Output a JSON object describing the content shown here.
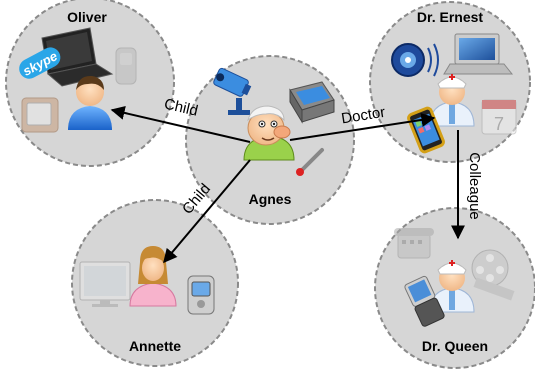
{
  "nodes": {
    "oliver": {
      "name": "Oliver",
      "icons": [
        "laptop-icon",
        "skype-logo-icon",
        "mobile-phone-icon",
        "tv-icon",
        "person-icon"
      ]
    },
    "ernest": {
      "name": "Dr. Ernest",
      "icons": [
        "webcam-speaker-icon",
        "laptop-icon",
        "nurse-icon",
        "smartphone-icon",
        "calendar-icon"
      ]
    },
    "agnes": {
      "name": "Agnes",
      "icons": [
        "security-camera-icon",
        "medical-case-icon",
        "elderly-man-icon",
        "thermometer-icon"
      ]
    },
    "annette": {
      "name": "Annette",
      "icons": [
        "tv-monitor-icon",
        "woman-icon",
        "flip-phone-icon"
      ]
    },
    "queen": {
      "name": "Dr. Queen",
      "icons": [
        "desk-phone-icon",
        "nurse-icon",
        "film-reel-icon",
        "flip-phone-icon"
      ]
    }
  },
  "edges": {
    "agnes_oliver": "Child",
    "agnes_ernest": "Doctor",
    "agnes_annette": "Child",
    "ernest_queen": "Colleague"
  },
  "colors": {
    "circle_fill": "#d6d6d6",
    "circle_stroke": "#8a8a8a",
    "arrow": "#000000"
  }
}
